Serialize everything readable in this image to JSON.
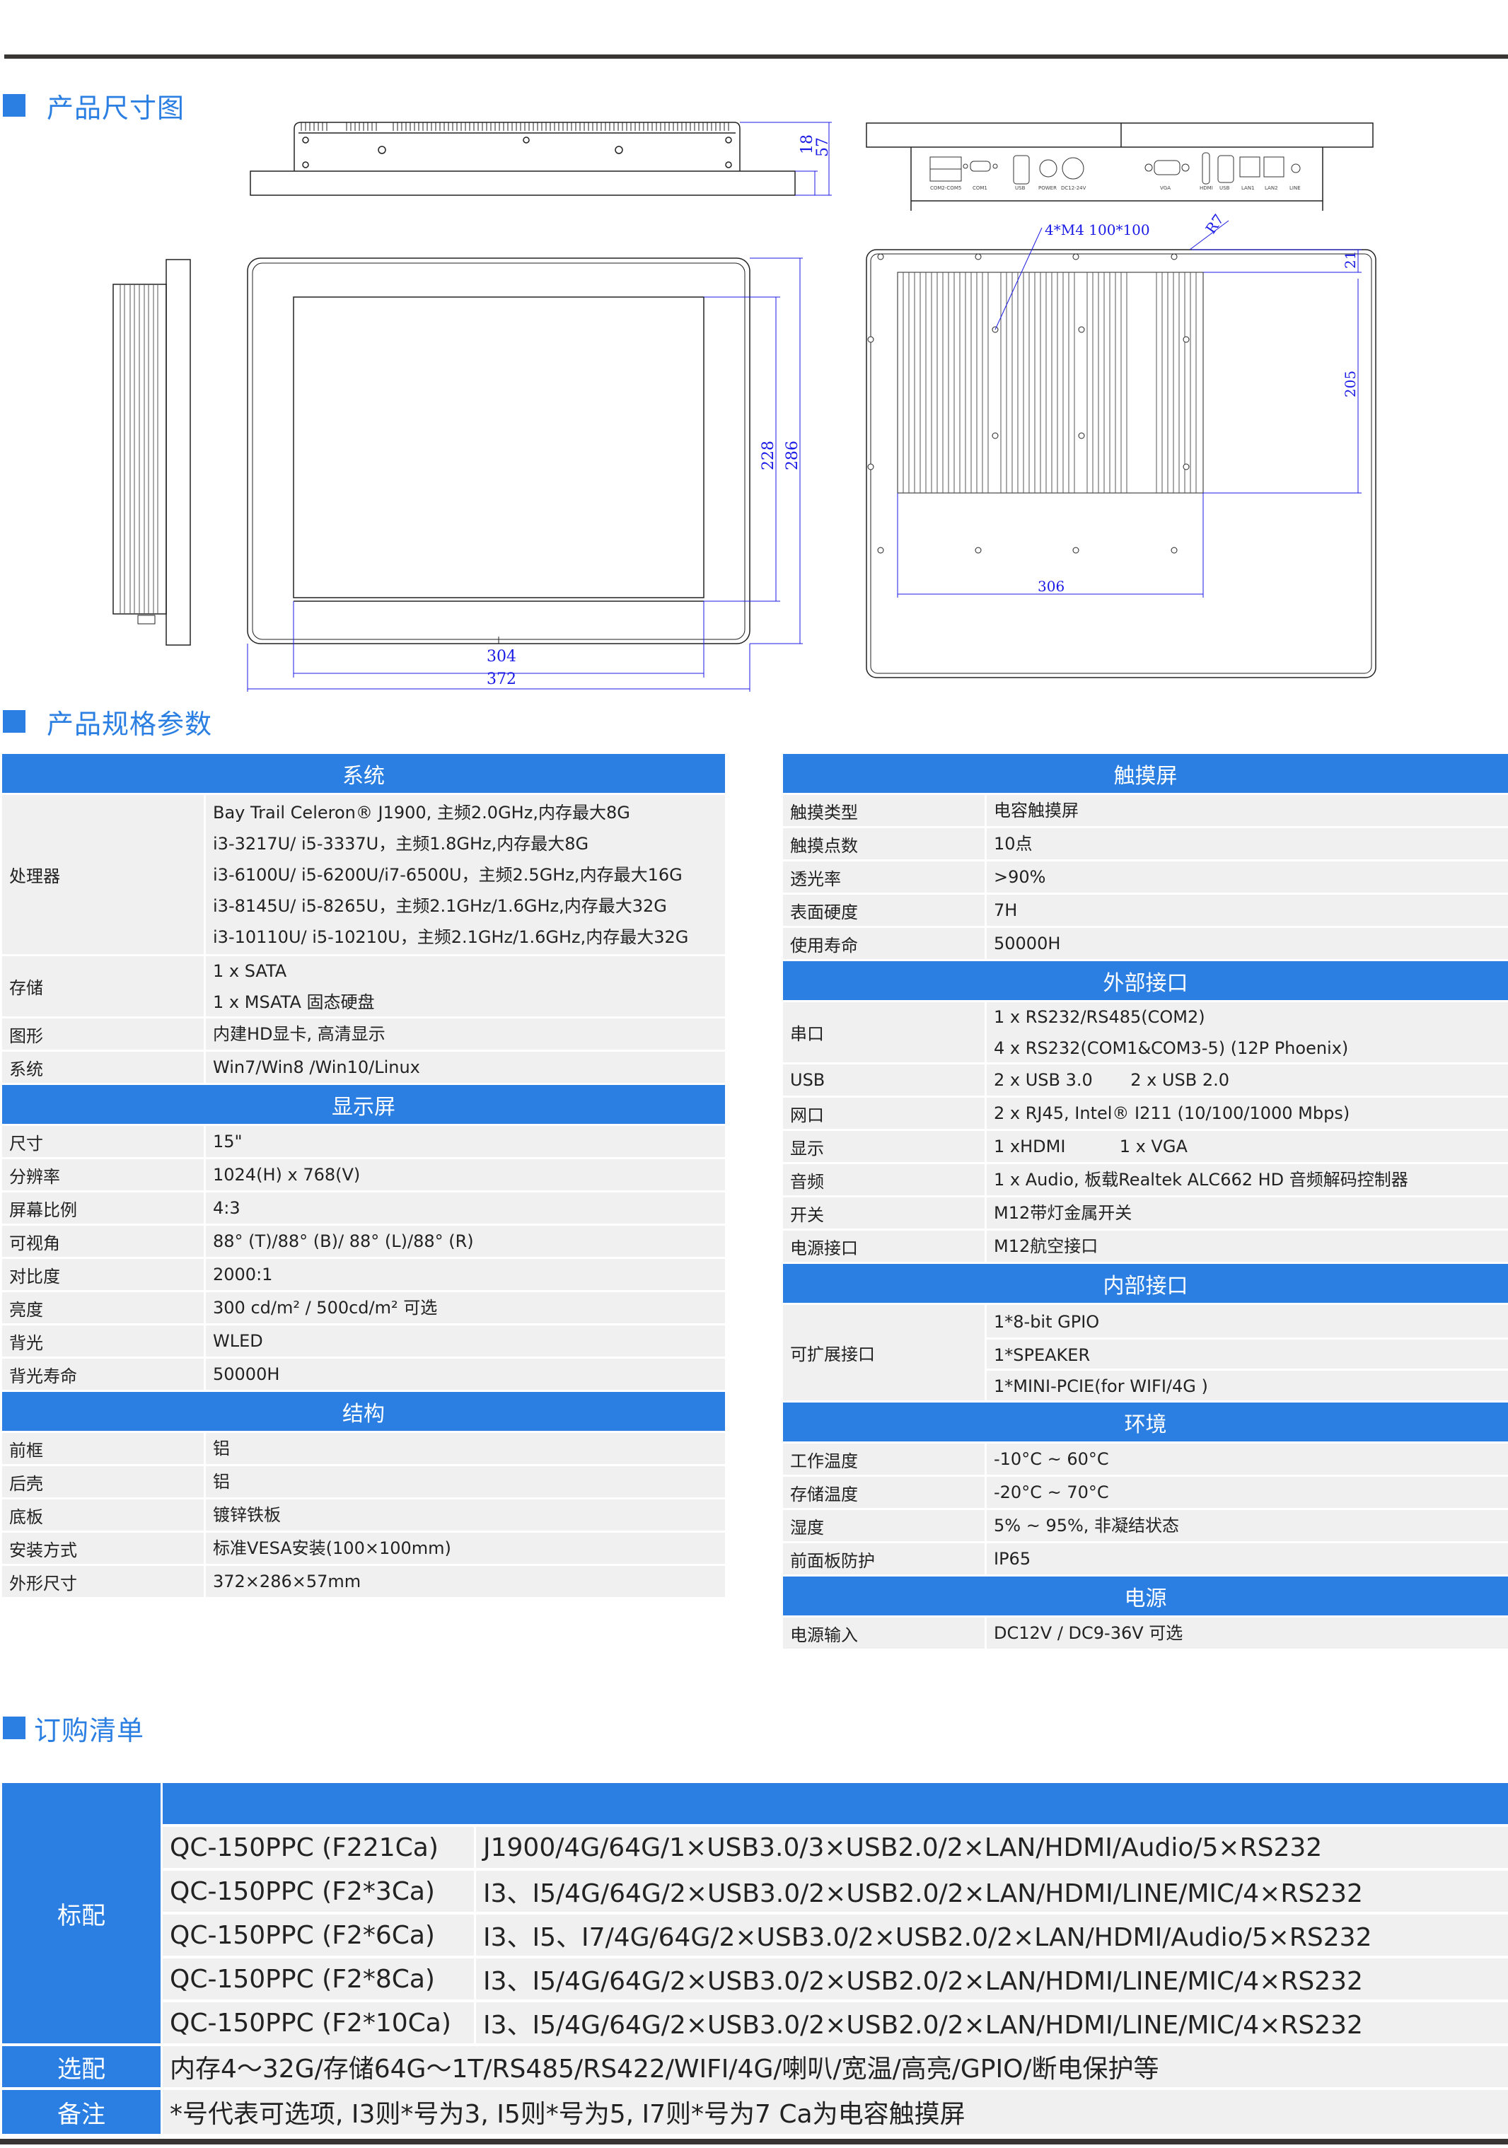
{
  "sections": {
    "dimensions_title": "产品尺寸图",
    "specs_title": "产品规格参数",
    "order_title": "订购清单"
  },
  "drawing": {
    "top_view": {
      "dim_18": "18",
      "dim_57": "57"
    },
    "front_view": {
      "dim_228": "228",
      "dim_286": "286",
      "dim_304": "304",
      "dim_372": "372"
    },
    "rear_view": {
      "vesa_note": "4*M4  100*100",
      "radius": "R7",
      "dim_21": "21",
      "dim_205": "205",
      "dim_306": "306"
    },
    "port_labels": [
      "COM2-COM5",
      "COM1",
      "USB",
      "POWER",
      "DC12-24V",
      "VGA",
      "HDMI",
      "USB",
      "LAN1",
      "LAN2",
      "LINE"
    ]
  },
  "left_table": {
    "system": {
      "header": "系统",
      "rows": [
        {
          "key": "处理器",
          "values": [
            "Bay Trail Celeron® J1900, 主频2.0GHz,内存最大8G",
            "i3-3217U/ i5-3337U，主频1.8GHz,内存最大8G",
            "i3-6100U/ i5-6200U/i7-6500U，主频2.5GHz,内存最大16G",
            "i3-8145U/ i5-8265U，主频2.1GHz/1.6GHz,内存最大32G",
            "i3-10110U/ i5-10210U，主频2.1GHz/1.6GHz,内存最大32G"
          ]
        },
        {
          "key": "存储",
          "values": [
            "1 x SATA",
            "1 x  MSATA 固态硬盘"
          ]
        },
        {
          "key": "图形",
          "values": [
            "内建HD显卡, 高清显示"
          ]
        },
        {
          "key": "系统",
          "values": [
            "Win7/Win8 /Win10/Linux"
          ]
        }
      ]
    },
    "display": {
      "header": "显示屏",
      "rows": [
        {
          "key": "尺寸",
          "value": "15\""
        },
        {
          "key": "分辨率",
          "value": "1024(H) x 768(V)"
        },
        {
          "key": "屏幕比例",
          "value": "4:3"
        },
        {
          "key": "可视角",
          "value": "88° (T)/88° (B)/ 88° (L)/88° (R)"
        },
        {
          "key": "对比度",
          "value": "2000:1"
        },
        {
          "key": "亮度",
          "value": "300 cd/m²   /   500cd/m² 可选"
        },
        {
          "key": "背光",
          "value": "WLED"
        },
        {
          "key": "背光寿命",
          "value": "50000H"
        }
      ]
    },
    "structure": {
      "header": "结构",
      "rows": [
        {
          "key": "前框",
          "value": "铝"
        },
        {
          "key": "后壳",
          "value": "铝"
        },
        {
          "key": "底板",
          "value": "镀锌铁板"
        },
        {
          "key": "安装方式",
          "value": "标准VESA安装(100×100mm)"
        },
        {
          "key": "外形尺寸",
          "value": "372×286×57mm"
        }
      ]
    }
  },
  "right_table": {
    "touch": {
      "header": "触摸屏",
      "rows": [
        {
          "key": "触摸类型",
          "value": "电容触摸屏"
        },
        {
          "key": "触摸点数",
          "value": "10点"
        },
        {
          "key": "透光率",
          "value": ">90%"
        },
        {
          "key": "表面硬度",
          "value": "7H"
        },
        {
          "key": "使用寿命",
          "value": "50000H"
        }
      ]
    },
    "external_io": {
      "header": "外部接口",
      "serial": {
        "key": "串口",
        "values": [
          "1 x RS232/RS485(COM2)",
          "4 x RS232(COM1&COM3-5) (12P Phoenix)"
        ]
      },
      "rows": [
        {
          "key": "USB",
          "value": "2 x USB 3.0       2 x USB 2.0"
        },
        {
          "key": "网口",
          "value": "2 x RJ45, Intel® I211 (10/100/1000 Mbps)"
        },
        {
          "key": "显示",
          "value": "1 xHDMI          1 x VGA"
        },
        {
          "key": "音频",
          "value": "1 x Audio, 板载Realtek ALC662 HD 音频解码控制器"
        },
        {
          "key": "开关",
          "value": "M12带灯金属开关"
        },
        {
          "key": "电源接口",
          "value": "M12航空接口"
        }
      ]
    },
    "internal_io": {
      "header": "内部接口",
      "key": "可扩展接口",
      "values": [
        "1*8-bit GPIO",
        "1*SPEAKER",
        "1*MINI-PCIE(for WIFI/4G )"
      ]
    },
    "environment": {
      "header": "环境",
      "rows": [
        {
          "key": "工作温度",
          "value": "-10°C ~ 60°C"
        },
        {
          "key": "存储温度",
          "value": "-20°C ~ 70°C"
        },
        {
          "key": "湿度",
          "value": "5% ~ 95%, 非凝结状态"
        },
        {
          "key": "前面板防护",
          "value": "IP65"
        }
      ]
    },
    "power": {
      "header": "电源",
      "rows": [
        {
          "key": "电源输入",
          "value": "DC12V / DC9-36V 可选"
        }
      ]
    }
  },
  "order_list": {
    "standard_label": "标配",
    "optional_label": "选配",
    "note_label": "备注",
    "models": [
      {
        "model": "QC-150PPC (F221Ca)",
        "config": "J1900/4G/64G/1×USB3.0/3×USB2.0/2×LAN/HDMI/Audio/5×RS232"
      },
      {
        "model": "QC-150PPC (F2*3Ca)",
        "config": "I3、I5/4G/64G/2×USB3.0/2×USB2.0/2×LAN/HDMI/LINE/MIC/4×RS232"
      },
      {
        "model": "QC-150PPC (F2*6Ca)",
        "config": "I3、I5、I7/4G/64G/2×USB3.0/2×USB2.0/2×LAN/HDMI/Audio/5×RS232"
      },
      {
        "model": "QC-150PPC (F2*8Ca)",
        "config": "I3、I5/4G/64G/2×USB3.0/2×USB2.0/2×LAN/HDMI/LINE/MIC/4×RS232"
      },
      {
        "model": "QC-150PPC (F2*10Ca)",
        "config": "I3、I5/4G/64G/2×USB3.0/2×USB2.0/2×LAN/HDMI/LINE/MIC/4×RS232"
      }
    ],
    "optional": "内存4～32G/存储64G～1T/RS485/RS422/WIFI/4G/喇叭/宽温/高亮/GPIO/断电保护等",
    "note": "*号代表可选项, I3则*号为3, I5则*号为5, I7则*号为7  Ca为电容触摸屏"
  },
  "colors": {
    "accent": "#2B7FE2",
    "cell_bg": "#F0F0F0",
    "bar": "#3A3535",
    "dimension": "#1A1AE6"
  }
}
